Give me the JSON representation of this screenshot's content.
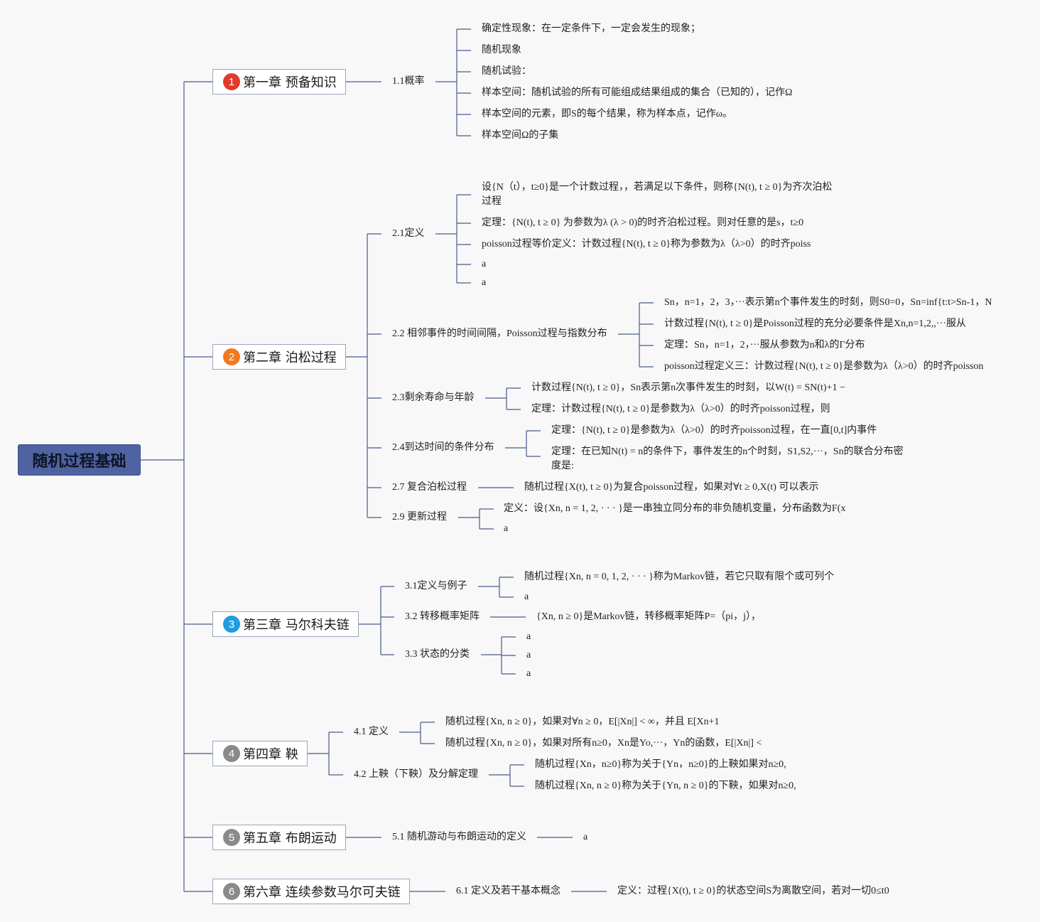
{
  "root": "随机过程基础",
  "colors": {
    "root_bg": "#4f62a2",
    "line": "#4a5a8c",
    "chapter_border": "#9aa6bd"
  },
  "chapters": [
    {
      "num": "1",
      "title": "第一章 预备知识",
      "color": "#e23a2c",
      "sections": [
        {
          "label": "1.1概率",
          "leaves": [
            "确定性现象：在一定条件下，一定会发生的现象；",
            "随机现象",
            "随机试验：",
            "样本空间：随机试验的所有可能组成结果组成的集合（已知的），记作Ω",
            "样本空间的元素，即S的每个结果，称为样本点，记作ω。",
            "样本空间Ω的子集"
          ]
        }
      ]
    },
    {
      "num": "2",
      "title": "第二章 泊松过程",
      "color": "#f07921",
      "sections": [
        {
          "label": "2.1定义",
          "leaves": [
            "设{N（t），t≥0}是一个计数过程，，若满足以下条件，则称{N(t), t ≥ 0}为齐次泊松过程",
            "定理：{N(t), t ≥ 0} 为参数为λ (λ > 0)的时齐泊松过程。则对任意的是s，t≥0",
            "poisson过程等价定义：计数过程{N(t), t ≥ 0}称为参数为λ（λ>0）的时齐poiss",
            "a",
            "a"
          ]
        },
        {
          "label": "2.2 相邻事件的时间间隔，Poisson过程与指数分布",
          "leaves": [
            "Sn，n=1，2，3，···表示第n个事件发生的时刻，则S0=0，Sn=inf{t:t>Sn-1，N",
            "计数过程{N(t), t ≥ 0}是Poisson过程的充分必要条件是Xn,n=1,2,,···服从",
            "定理：Sn，n=1，2，···服从参数为n和λ的Γ分布",
            "poisson过程定义三：计数过程{N(t), t ≥ 0}是参数为λ（λ>0）的时齐poisson"
          ]
        },
        {
          "label": "2.3剩余寿命与年龄",
          "leaves": [
            "计数过程{N(t), t ≥ 0}，Sn表示第n次事件发生的时刻，以W(t) = SN(t)+1 −",
            "定理：计数过程{N(t), t ≥ 0}是参数为λ（λ>0）的时齐poisson过程，则"
          ]
        },
        {
          "label": "2.4到达时间的条件分布",
          "leaves": [
            "定理：{N(t), t ≥ 0}是参数为λ（λ>0）的时齐poisson过程，在一直[0,t]内事件",
            "定理：在已知N(t) = n的条件下，事件发生的n个时刻，S1,S2,···，Sn的联合分布密度是:"
          ]
        },
        {
          "label": "2.7 复合泊松过程",
          "leaves": [
            "随机过程{X(t), t ≥ 0}为复合poisson过程，如果对∀t ≥ 0,X(t) 可以表示"
          ]
        },
        {
          "label": "2.9 更新过程",
          "leaves": [
            "定义：设{Xn, n = 1, 2, · · · }是一串独立同分布的非负随机变量，分布函数为F(x",
            "a"
          ]
        }
      ]
    },
    {
      "num": "3",
      "title": "第三章 马尔科夫链",
      "color": "#1e9de0",
      "sections": [
        {
          "label": "3.1定义与例子",
          "leaves": [
            "随机过程{Xn, n = 0, 1, 2, · · · }称为Markov链，若它只取有限个或可列个",
            "a"
          ]
        },
        {
          "label": "3.2 转移概率矩阵",
          "leaves": [
            "{Xn, n ≥ 0}是Markov链，转移概率矩阵P=（pi，j），"
          ]
        },
        {
          "label": "3.3 状态的分类",
          "leaves": [
            "a",
            "a",
            "a"
          ]
        }
      ]
    },
    {
      "num": "4",
      "title": "第四章 鞅",
      "color": "#8a8a8a",
      "sections": [
        {
          "label": "4.1 定义",
          "leaves": [
            "随机过程{Xn, n ≥ 0}，如果对∀n ≥ 0，E[|Xn|] < ∞，并且 E[Xn+1",
            "随机过程{Xn, n ≥ 0}，如果对所有n≥0，Xn是Yo,···，Yn的函数，E[|Xn|] <"
          ]
        },
        {
          "label": "4.2 上鞅（下鞅）及分解定理",
          "leaves": [
            "随机过程{Xn，n≥0}称为关于{Yn，n≥0}的上鞅如果对n≥0,",
            "随机过程{Xn, n ≥ 0}称为关于{Yn, n ≥ 0}的下鞅，如果对n≥0,"
          ]
        }
      ]
    },
    {
      "num": "5",
      "title": "第五章 布朗运动",
      "color": "#8a8a8a",
      "sections": [
        {
          "label": "5.1 随机游动与布朗运动的定义",
          "leaves": [
            "a"
          ]
        }
      ]
    },
    {
      "num": "6",
      "title": "第六章 连续参数马尔可夫链",
      "color": "#8a8a8a",
      "sections": [
        {
          "label": "6.1 定义及若干基本概念",
          "leaves": [
            "定义：过程{X(t), t ≥ 0}的状态空间S为离散空间，若对一切0≤t0"
          ]
        }
      ]
    }
  ]
}
